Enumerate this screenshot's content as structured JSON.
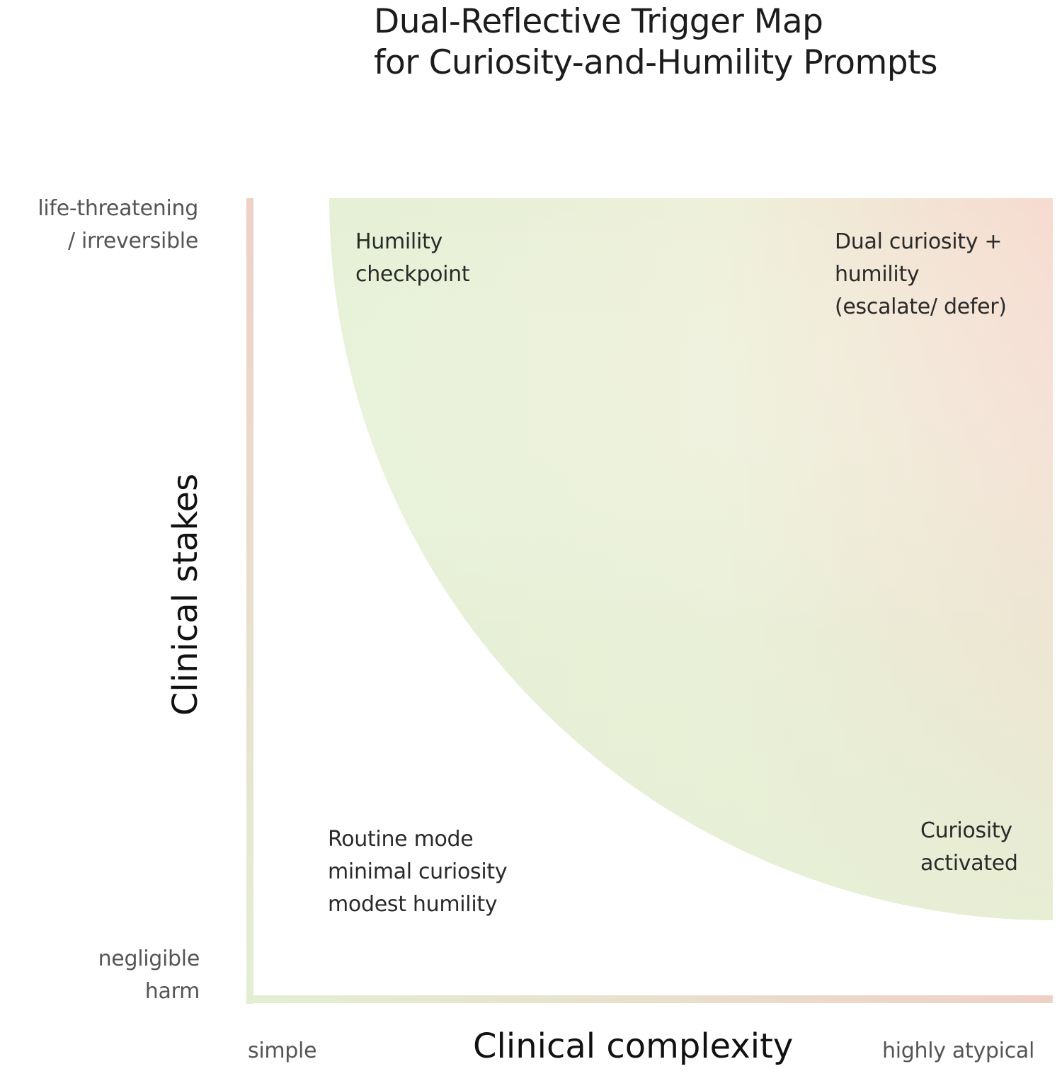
{
  "title": {
    "line1": "Dual-Reflective Trigger Map",
    "line2": "for Curiosity-and-Humility Prompts"
  },
  "axes": {
    "x_title": "Clinical complexity",
    "x_low": "simple",
    "x_high": "highly atypical",
    "y_title": "Clinical stakes",
    "y_high_line1": "life-threatening",
    "y_high_line2": "/ irreversible",
    "y_low_line1": "negligible",
    "y_low_line2": "harm"
  },
  "quadrants": {
    "top_left": {
      "line1": "Humility",
      "line2": "checkpoint"
    },
    "top_right": {
      "line1": "Dual curiosity +",
      "line2": "humility",
      "line3": "(escalate/ defer)"
    },
    "bottom_left": {
      "line1": "Routine mode",
      "line2": "minimal curiosity",
      "line3": "modest humility"
    },
    "bottom_right": {
      "line1": "Curiosity",
      "line2": "activated"
    }
  },
  "colors": {
    "low_green": "#e5f0d5",
    "high_pink": "#f5dbd0",
    "axis_green": "#e3efd2",
    "axis_pink": "#efd2c8"
  }
}
